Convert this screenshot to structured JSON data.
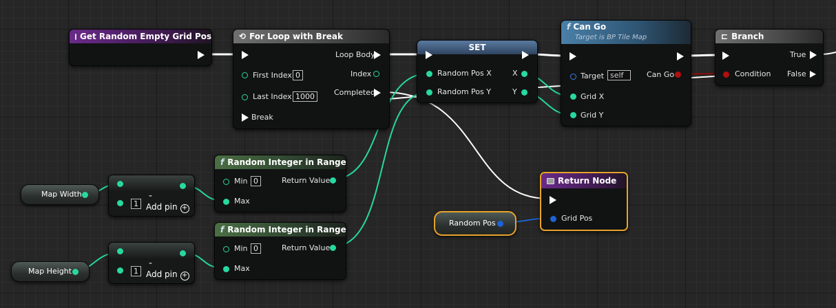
{
  "nodes": {
    "entry": {
      "title": "Get Random Empty Grid Pos"
    },
    "loop": {
      "title": "For Loop with Break",
      "first_index_label": "First Index",
      "first_index_value": "0",
      "last_index_label": "Last Index",
      "last_index_value": "1000",
      "break_label": "Break",
      "loop_body_label": "Loop Body",
      "index_label": "Index",
      "completed_label": "Completed"
    },
    "set": {
      "title": "SET",
      "random_pos_x_label": "Random Pos X",
      "random_pos_y_label": "Random Pos Y",
      "x_label": "X",
      "y_label": "Y"
    },
    "cango": {
      "title": "Can Go",
      "subtitle": "Target is BP Tile Map",
      "target_label": "Target",
      "target_value": "self",
      "gridx_label": "Grid X",
      "gridy_label": "Grid Y",
      "cango_label": "Can Go"
    },
    "branch": {
      "title": "Branch",
      "condition_label": "Condition",
      "true_label": "True",
      "false_label": "False"
    },
    "rand1": {
      "title": "Random Integer in Range",
      "min_label": "Min",
      "min_value": "0",
      "max_label": "Max",
      "return_label": "Return Value"
    },
    "rand2": {
      "title": "Random Integer in Range",
      "min_label": "Min",
      "min_value": "0",
      "max_label": "Max",
      "return_label": "Return Value"
    },
    "sub1": {
      "op": "-",
      "value": "1",
      "add_pin": "Add pin"
    },
    "sub2": {
      "op": "-",
      "value": "1",
      "add_pin": "Add pin"
    },
    "return_node": {
      "title": "Return Node",
      "grid_pos_label": "Grid Pos"
    },
    "map_width": {
      "label": "Map Width"
    },
    "map_height": {
      "label": "Map Height"
    },
    "random_pos": {
      "label": "Random Pos"
    }
  },
  "icons": {
    "function": "f",
    "loop": "loop-icon",
    "branch": "branch-icon",
    "plus": "+"
  },
  "colors": {
    "exec": "#ffffff",
    "integer": "#27d9a0",
    "bool": "#b30d0d",
    "struct": "#1e62d6",
    "selection": "#e9a32b"
  }
}
